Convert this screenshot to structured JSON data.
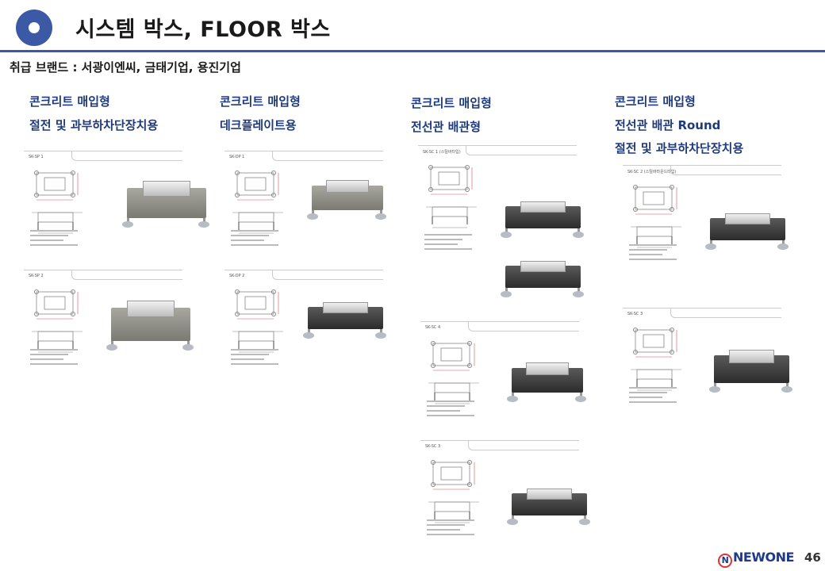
{
  "header": {
    "title": "시스템 박스, FLOOR 박스",
    "brands": "취급 브랜드 : 서광이엔씨, 금태기업, 용진기업"
  },
  "columns": [
    {
      "lines": [
        "콘크리트 매입형",
        "절전 및 과부하차단장치용"
      ],
      "models": [
        "SK-SP 1",
        "SK-SP 2"
      ]
    },
    {
      "lines": [
        "콘크리트 매입형",
        "데크플레이트용"
      ],
      "models": [
        "SK-DP 1",
        "SK-DP 2"
      ]
    },
    {
      "lines": [
        "콘크리트 매입형",
        "전선관 배관형"
      ],
      "models": [
        "SK-SC 1 (스틸바타입)",
        "SK-SC 4",
        "SK-SC 3"
      ]
    },
    {
      "lines": [
        "콘크리트 매입형",
        "전선관 배관 Round",
        "절전 및 과부하차단장치용"
      ],
      "models": [
        "SK-SC 2 (스틸바라운드타입)",
        "SK-SC 3"
      ]
    }
  ],
  "footer": {
    "logo": "NEWONE",
    "logo_mark": "N",
    "page": "46"
  }
}
